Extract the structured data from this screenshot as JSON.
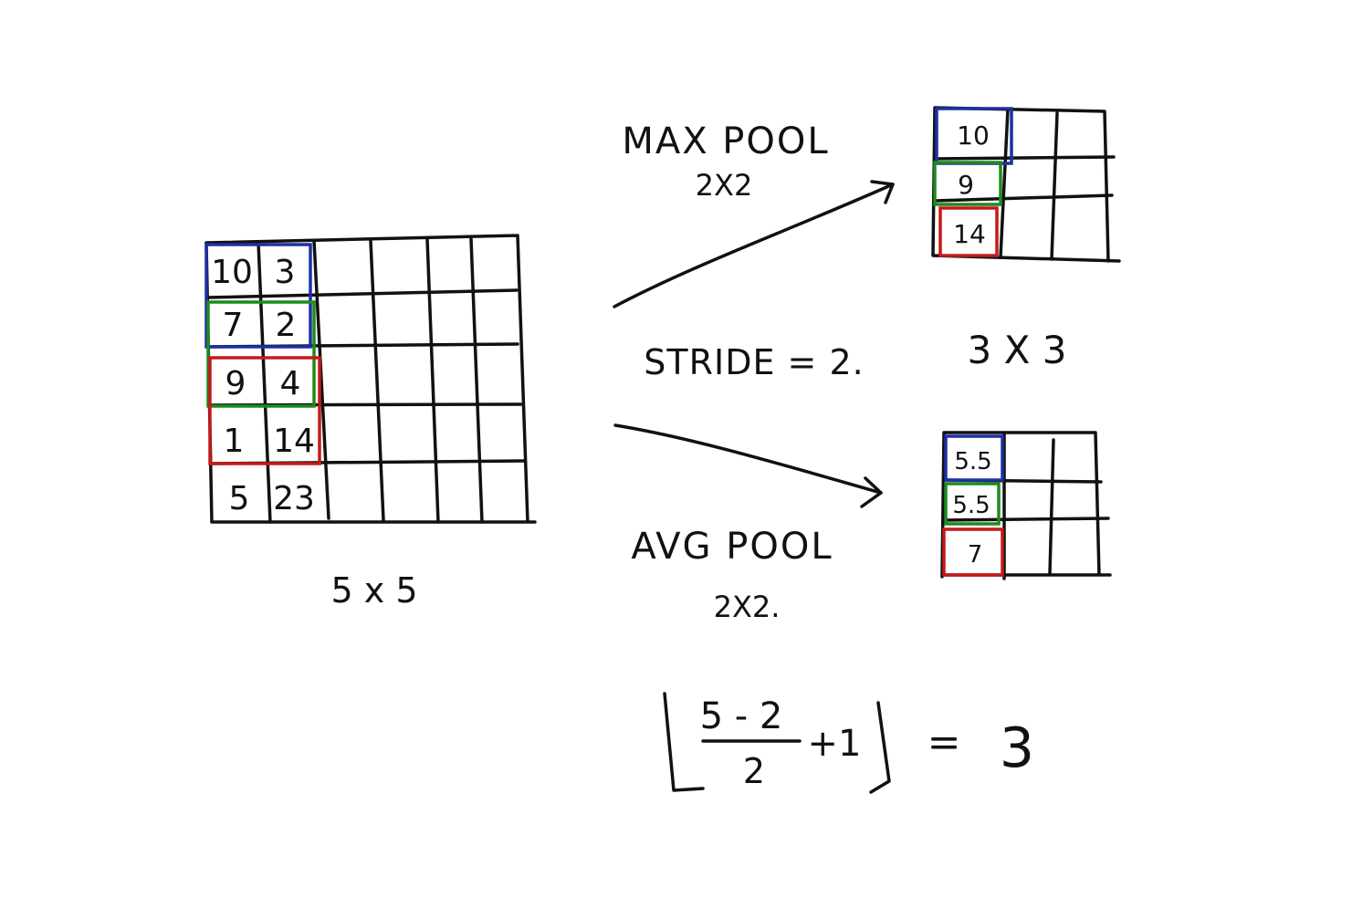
{
  "input_grid": {
    "label": "5 x 5",
    "cells": [
      [
        "10",
        "3"
      ],
      [
        "7",
        "2"
      ],
      [
        "9",
        "4"
      ],
      [
        "1",
        "14"
      ],
      [
        "5",
        "23"
      ]
    ]
  },
  "max_pool": {
    "title": "MAX POOL",
    "size": "2X2",
    "output_label": "3 X 3",
    "values": [
      "10",
      "9",
      "14"
    ]
  },
  "stride_label": "STRIDE = 2.",
  "avg_pool": {
    "title": "AVG POOL",
    "size": "2X2.",
    "values": [
      "5.5",
      "5.5",
      "7"
    ]
  },
  "formula": {
    "numerator": "5 - 2",
    "denominator": "2",
    "plus": "+1",
    "equals": "=",
    "result": "3"
  },
  "colors": {
    "ink": "#111111",
    "blue": "#1f2fa6",
    "green": "#1e8a1e",
    "red": "#c41a1a"
  }
}
